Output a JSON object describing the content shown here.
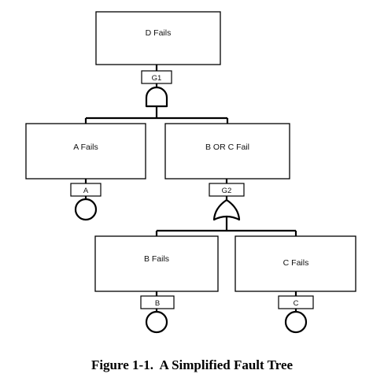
{
  "events": {
    "top": "D Fails",
    "a": "A Fails",
    "bc": "B OR C Fail",
    "b": "B Fails",
    "c": "C Fails"
  },
  "gates": {
    "g1": {
      "label": "G1",
      "type": "and"
    },
    "g2": {
      "label": "G2",
      "type": "or"
    }
  },
  "basic_events": {
    "a": "A",
    "b": "B",
    "c": "C"
  },
  "caption": "Figure 1-1.  A Simplified Fault Tree"
}
